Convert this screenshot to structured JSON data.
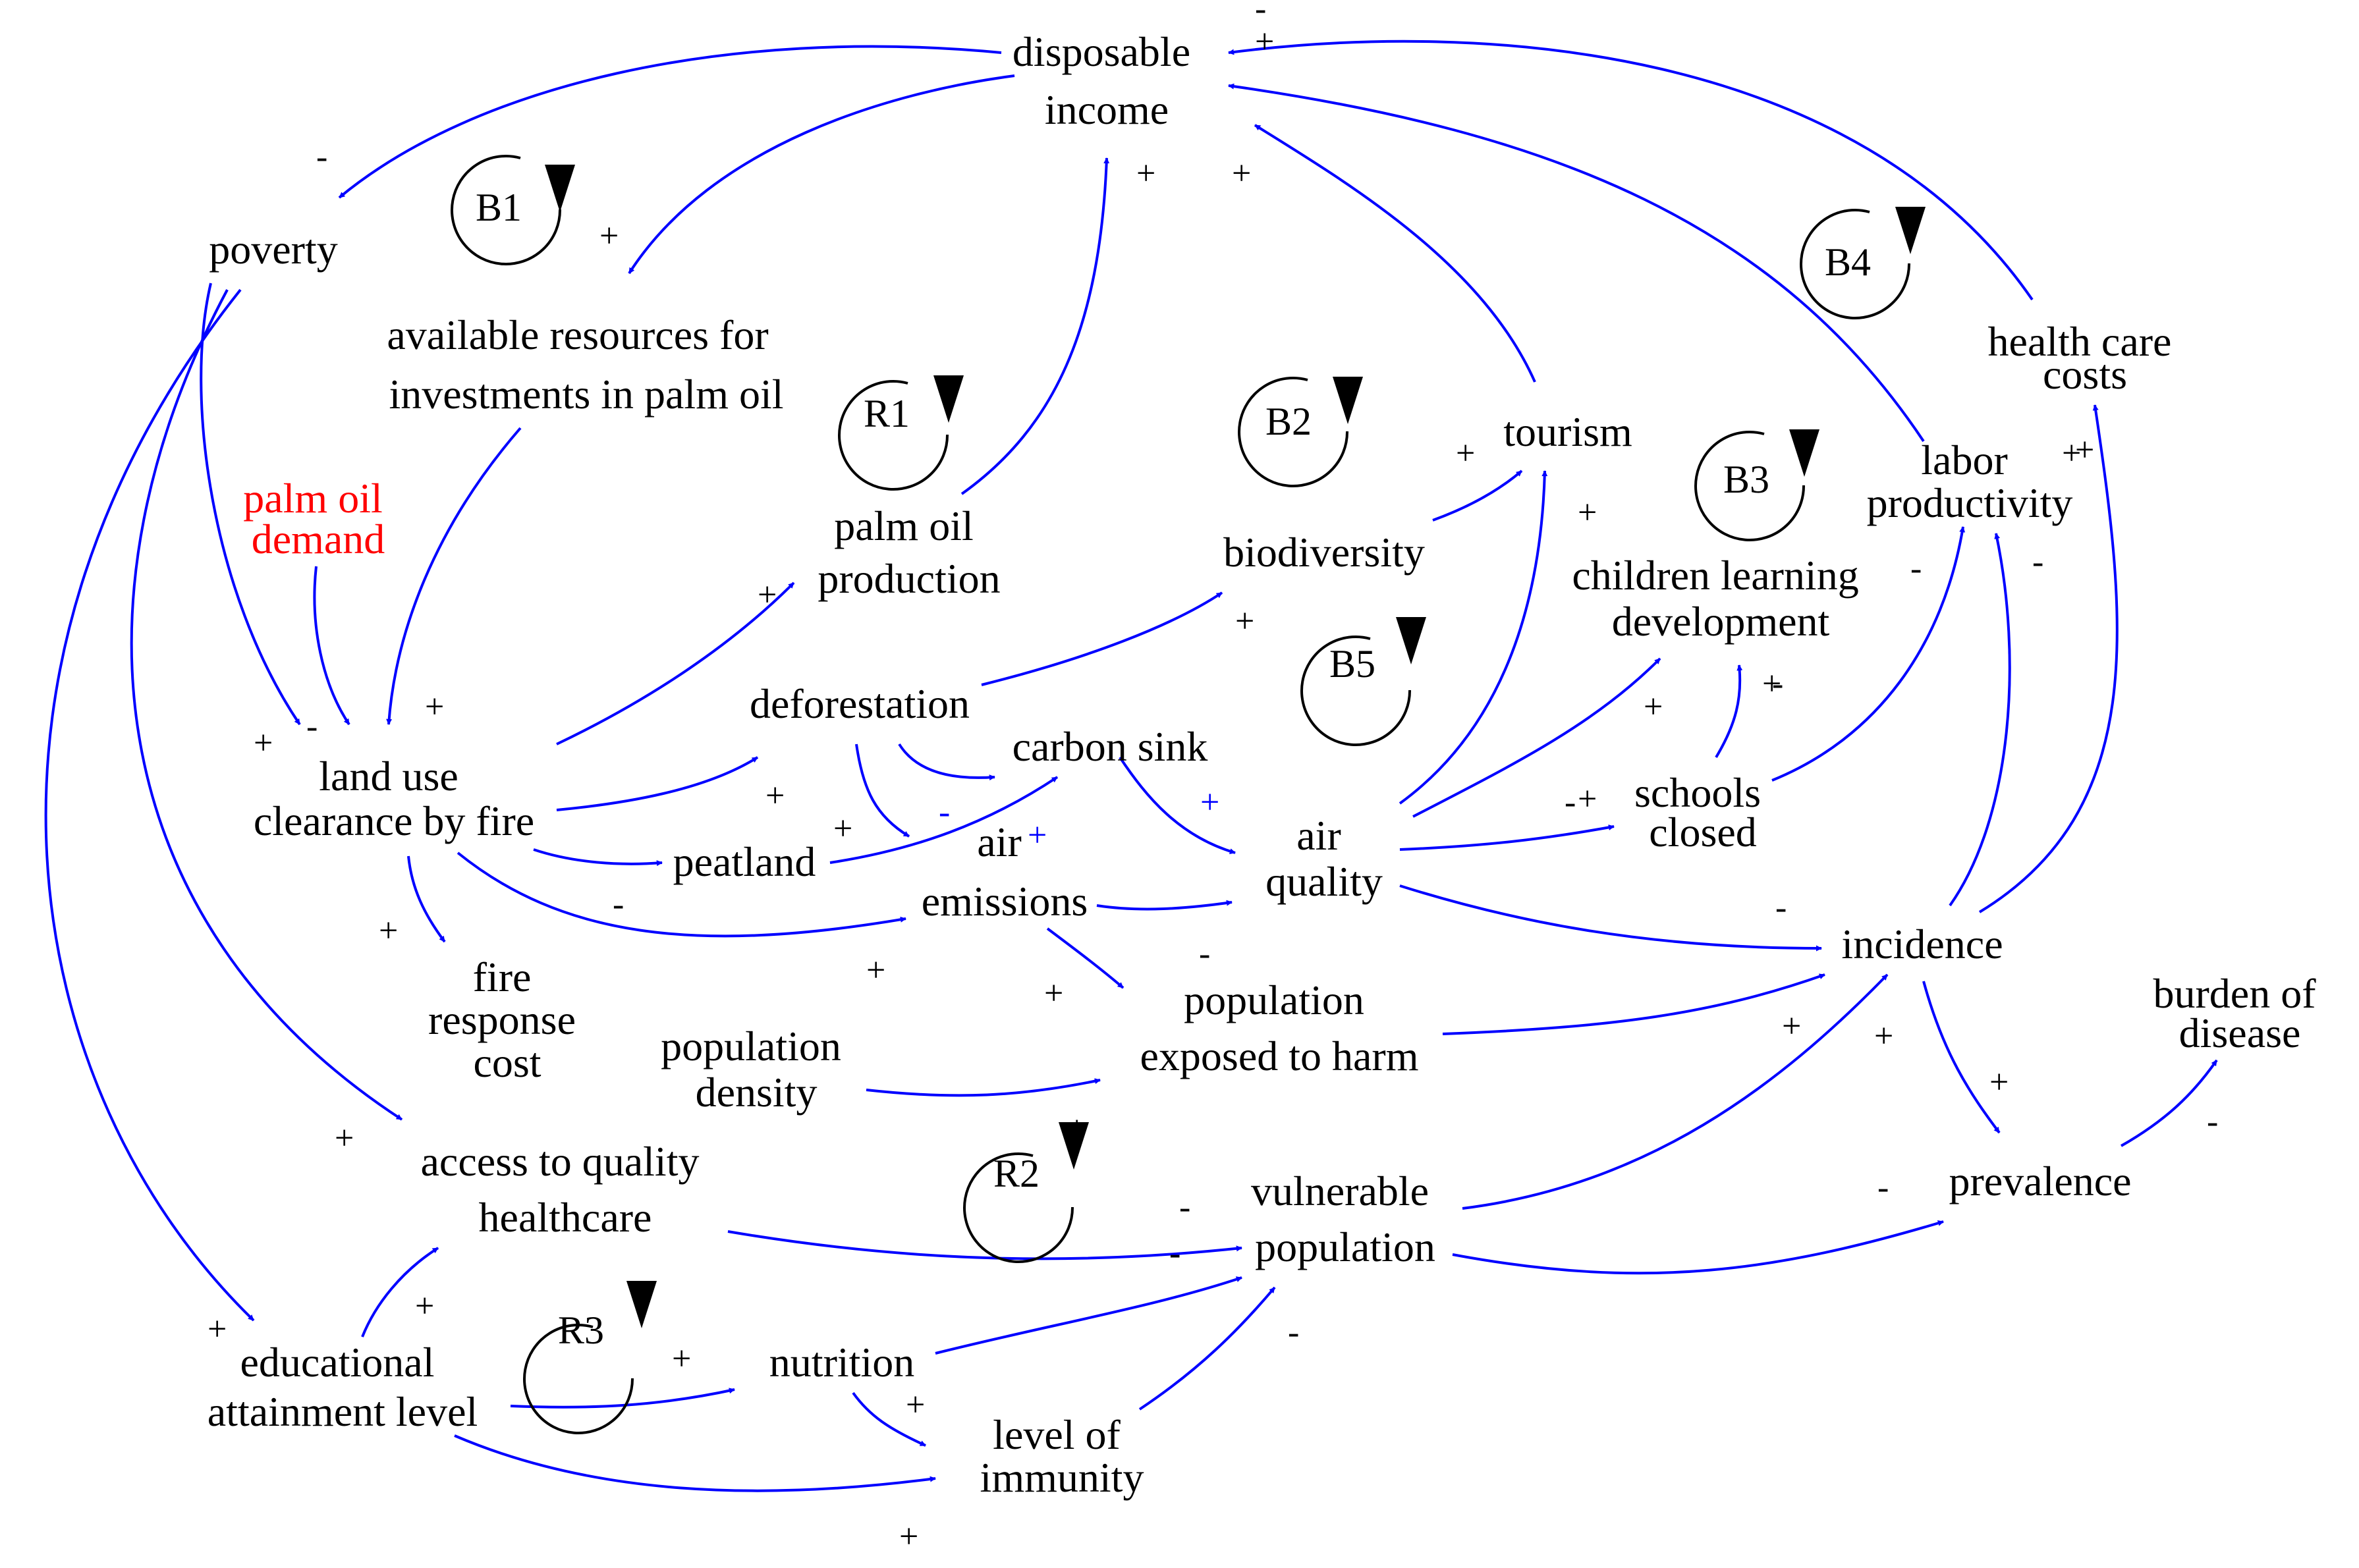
{
  "colors": {
    "edge": "#0000ff",
    "node_text": "#000000",
    "highlight_text": "#ff0000",
    "loop_marker": "#000000",
    "background": "#ffffff"
  },
  "nodes": {
    "disposable_income": [
      "disposable",
      "income"
    ],
    "poverty": [
      "poverty"
    ],
    "available_resources": [
      "available resources for",
      "investments in palm oil"
    ],
    "palm_oil_demand": [
      "palm oil",
      "demand"
    ],
    "land_use_clearance": [
      "land use",
      "clearance by fire"
    ],
    "palm_oil_production": [
      "palm oil",
      "production"
    ],
    "deforestation": [
      "deforestation"
    ],
    "biodiversity": [
      "biodiversity"
    ],
    "tourism": [
      "tourism"
    ],
    "carbon_sink": [
      "carbon sink"
    ],
    "peatland": [
      "peatland"
    ],
    "air_emissions": [
      "air",
      "emissions"
    ],
    "air_quality": [
      "air",
      "quality"
    ],
    "children_learning": [
      "children learning",
      "development"
    ],
    "schools_closed": [
      "schools",
      "closed"
    ],
    "labor_productivity": [
      "labor",
      "productivity"
    ],
    "health_care_costs": [
      "health care",
      "costs"
    ],
    "fire_response_cost": [
      "fire",
      "response",
      "cost"
    ],
    "population_density": [
      "population",
      "density"
    ],
    "population_exposed": [
      "population",
      "exposed to harm"
    ],
    "incidence": [
      "incidence"
    ],
    "burden_of_disease": [
      "burden of",
      "disease"
    ],
    "access_healthcare": [
      "access to quality",
      "healthcare"
    ],
    "vulnerable_population": [
      "vulnerable",
      "population"
    ],
    "prevalence": [
      "prevalence"
    ],
    "educational_attainment": [
      "educational",
      "attainment level"
    ],
    "nutrition": [
      "nutrition"
    ],
    "level_of_immunity": [
      "level of",
      "immunity"
    ]
  },
  "loops": [
    "B1",
    "R1",
    "B2",
    "B3",
    "B4",
    "B5",
    "R2",
    "R3"
  ],
  "polarity_marks": [
    "-",
    "+",
    "+",
    "+",
    "-",
    "+",
    "+",
    "+",
    "+",
    "+",
    "+",
    "-",
    "+",
    "+",
    "+",
    "+",
    "-",
    "+",
    "+",
    "+",
    "+",
    "-",
    "-",
    "+",
    "+",
    "-",
    "-",
    "-",
    "-",
    "+",
    "+",
    "+",
    "+",
    "+",
    "+",
    "+",
    "-",
    "-",
    "-",
    "-",
    "-",
    "+",
    "+",
    "+",
    "+",
    "-",
    "+",
    "+",
    "+",
    "+",
    "+",
    "-",
    "-",
    "-",
    "+"
  ]
}
